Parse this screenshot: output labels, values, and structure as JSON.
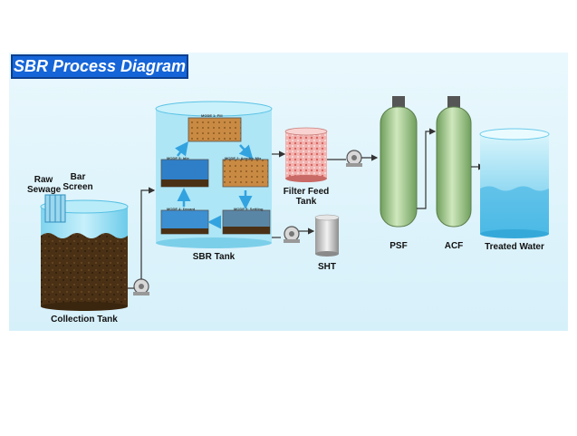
{
  "title": "SBR Process Diagram",
  "labels": {
    "raw_sewage": "Raw\nSewage",
    "bar_screen": "Bar\nScreen",
    "collection_tank": "Collection Tank",
    "sbr_tank": "SBR Tank",
    "filter_feed_tank": "Filter Feed\nTank",
    "sht": "SHT",
    "psf": "PSF",
    "acf": "ACF",
    "treated_water": "Treated Water"
  },
  "sbr_modes": {
    "fill": "MODE 1: Fill",
    "aerobic": "MODE 2: Aerobic Mix",
    "settling": "MODE 3: Settling",
    "decant": "MODE 4: Decant",
    "idle": "MODE 5: Idle"
  },
  "colors": {
    "panel_bg": "#e6f6fc",
    "banner": "#1565d8",
    "tank_water": "#8fdaf2",
    "sludge": "#4a3115",
    "vessel_green": "#9fc98a",
    "arrow": "#333333",
    "mode_arrow": "#33a3e0"
  }
}
